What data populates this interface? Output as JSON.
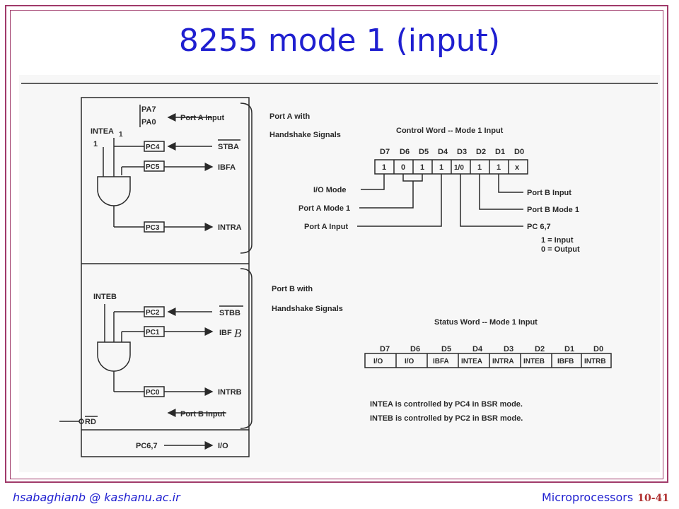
{
  "title": "8255 mode 1 (input)",
  "footer": {
    "author": "hsabaghianb @ kashanu.ac.ir",
    "course": "Microprocessors",
    "page": "10-41"
  },
  "port_a": {
    "pins": [
      "PA7",
      "PA0"
    ],
    "input_label": "Port A Input",
    "group_label_1": "Port A with",
    "group_label_2": "Handshake Signals",
    "inte_label": "INTEA",
    "inte_value": "1",
    "inte_value_2": "1",
    "pc4": "PC4",
    "pc5": "PC5",
    "pc3": "PC3",
    "stb": "STBA",
    "ibf": "IBFA",
    "intr": "INTRA"
  },
  "port_b": {
    "group_label_1": "Port B with",
    "group_label_2": "Handshake Signals",
    "inte_label": "INTEB",
    "pc2": "PC2",
    "pc1": "PC1",
    "pc0": "PC0",
    "stb": "STBB",
    "ibf": "IBF",
    "ibf_suffix": "B",
    "intr": "INTRB",
    "input_label": "Port B Input",
    "rd": "RD",
    "pc67": "PC6,7",
    "io": "I/O"
  },
  "control_word": {
    "title": "Control Word -- Mode 1 Input",
    "bit_labels": [
      "D7",
      "D6",
      "D5",
      "D4",
      "D3",
      "D2",
      "D1",
      "D0"
    ],
    "bit_values": [
      "1",
      "0",
      "1",
      "1",
      "1/0",
      "1",
      "1",
      "x"
    ],
    "left_labels": [
      "I/O Mode",
      "Port A Mode 1",
      "Port A Input"
    ],
    "right_labels": [
      "Port B Input",
      "Port B Mode 1",
      "PC 6,7"
    ],
    "note_1": "1 = Input",
    "note_2": "0 = Output"
  },
  "status_word": {
    "title": "Status Word -- Mode 1 Input",
    "bit_labels": [
      "D7",
      "D6",
      "D5",
      "D4",
      "D3",
      "D2",
      "D1",
      "D0"
    ],
    "bit_values": [
      "I/O",
      "I/O",
      "IBFA",
      "INTEA",
      "INTRA",
      "INTEB",
      "IBFB",
      "INTRB"
    ],
    "note_1": "INTEA is controlled by PC4 in BSR mode.",
    "note_2": "INTEB is controlled by PC2 in BSR mode."
  }
}
